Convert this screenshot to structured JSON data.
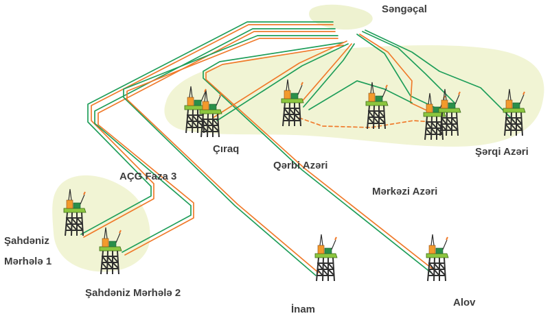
{
  "colors": {
    "background": "#ffffff",
    "field_zone": "#f1f4d4",
    "shore": "#eef2d0",
    "oil_pipeline": "#f07a2b",
    "gas_pipeline": "#1f9e5a",
    "label": "#3d3d3d",
    "platform_jacket": "#2f2f2f",
    "platform_deck": "#8cc63f",
    "platform_module": "#f39a2d"
  },
  "icons": {
    "platform": "offshore-platform-icon"
  },
  "labels": {
    "sangacal": "Səngəçal",
    "chirag": "Çıraq",
    "west_azeri": "Qərbi Azəri",
    "east_azeri": "Şərqi Azəri",
    "central_azeri": "Mərkəzi Azəri",
    "acg_phase3": "AÇG Faza 3",
    "shah_deniz1_line1": "Şahdəniz",
    "shah_deniz1_line2": "Mərhələ 1",
    "shah_deniz2": "Şahdəniz Mərhələ 2",
    "inam": "İnam",
    "alov": "Alov"
  }
}
